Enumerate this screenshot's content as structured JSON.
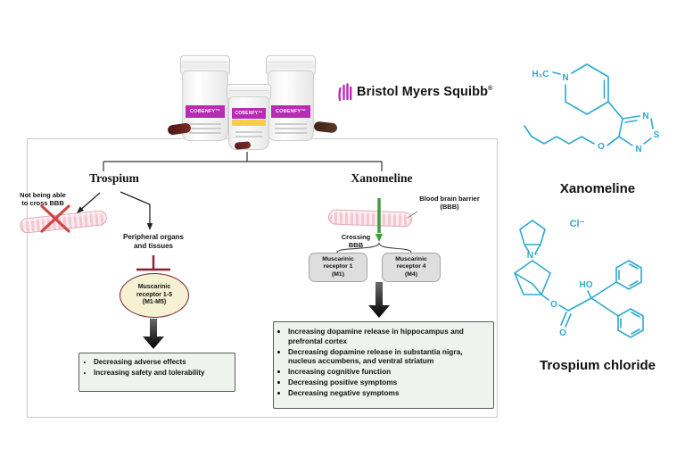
{
  "brand": {
    "name": "Bristol Myers Squibb",
    "registered": "®",
    "product": "COBENFY™"
  },
  "flowchart": {
    "trospium": {
      "title": "Trospium",
      "no_cross_note": "Not being able\nto cross BBB",
      "peripheral": "Peripheral organs\nand tissues",
      "receptor_oval": "Muscarinic\nreceptor 1-5\n(M1-M5)",
      "outcomes": [
        "Decreasing adverse effects",
        "Increasing safety and tolerability"
      ]
    },
    "xanomeline": {
      "title": "Xanomeline",
      "bbb_label": "Blood brain barrier\n(BBB)",
      "crossing_label": "Crossing\nBBB",
      "receptor_m1": "Muscarinic\nreceptor 1\n(M1)",
      "receptor_m4": "Muscarinic\nreceptor 4\n(M4)",
      "outcomes": [
        "Increasing dopamine release in hippocampus and prefrontal cortex",
        "Decreasing dopamine release in substantia nigra, nucleus accumbens, and ventral striatum",
        "Increasing cognitive function",
        "Decreasing positive symptoms",
        "Decreasing negative symptoms"
      ]
    }
  },
  "structures": {
    "xanomeline": {
      "label": "Xanomeline",
      "atom_h3c": "H₃C",
      "atom_n_ring": "N",
      "atom_n1": "N",
      "atom_n2": "N",
      "atom_s": "S",
      "atom_o": "O"
    },
    "trospium": {
      "label": "Trospium chloride",
      "counter_ion": "Cl⁻",
      "atom_n_plus": "N⁺",
      "atom_ho": "HO",
      "atom_o_ester": "O",
      "atom_o_carbonyl": "O"
    }
  },
  "colors": {
    "brand_magenta": "#b92ab5",
    "structure_blue": "#2aa9cf",
    "barrier_pink": "#f3c7d0",
    "inhibit_red": "#8e1f2f",
    "cross_green": "#3f9c3f"
  }
}
